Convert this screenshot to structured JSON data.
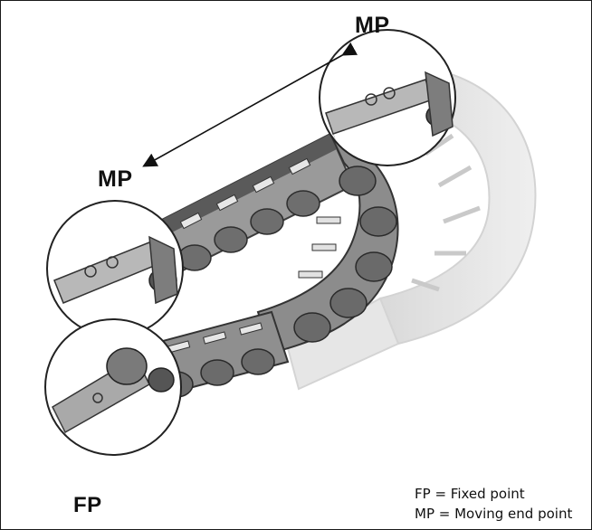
{
  "labels": {
    "mp_top": "MP",
    "mp_left": "MP",
    "fp": "FP"
  },
  "legend": {
    "line1": "FP  =  Fixed point",
    "line2": "MP =  Moving end point"
  },
  "colors": {
    "chain_dark": "#4a4a4a",
    "chain_mid": "#8a8a8a",
    "chain_light": "#c8c8c8",
    "chain_ghost": "#d8d8d8",
    "frame": "#1a1a1a"
  }
}
